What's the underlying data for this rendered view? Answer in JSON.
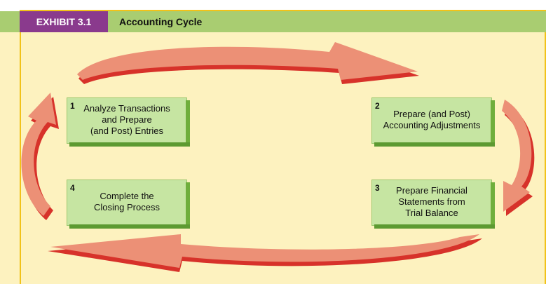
{
  "header": {
    "tag": "EXHIBIT 3.1",
    "title": "Accounting Cycle"
  },
  "colors": {
    "background": "#fdf2bf",
    "header_bar": "#a9cd71",
    "tag_bg": "#8a3a8d",
    "box_face": "#c6e5a2",
    "arrow_fill": "#ec9076",
    "arrow_shadow": "#d7322a"
  },
  "steps": [
    {
      "number": "1",
      "lines": [
        "Analyze Transactions",
        "and Prepare",
        "(and Post) Entries"
      ]
    },
    {
      "number": "2",
      "lines": [
        "Prepare (and Post)",
        "Accounting Adjustments"
      ]
    },
    {
      "number": "3",
      "lines": [
        "Prepare Financial",
        "Statements from",
        "Trial Balance"
      ]
    },
    {
      "number": "4",
      "lines": [
        "Complete the",
        "Closing Process"
      ]
    }
  ]
}
